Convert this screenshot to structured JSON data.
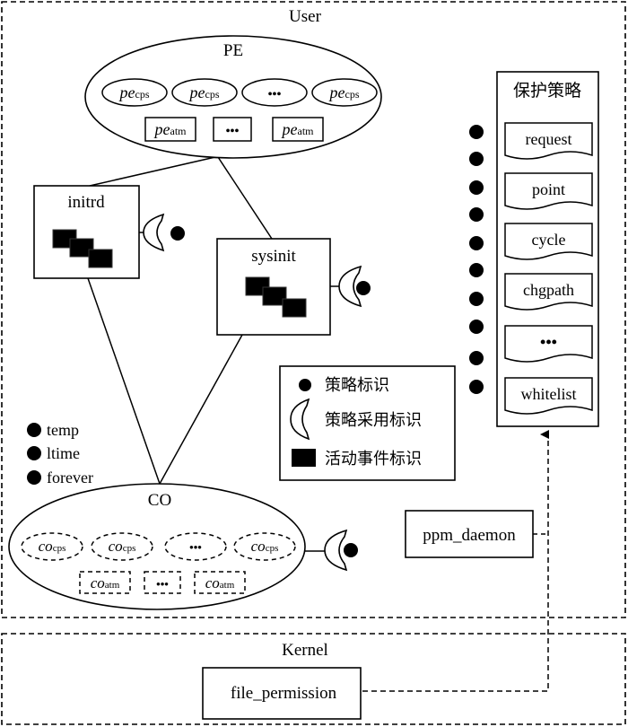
{
  "user_region": {
    "label": "User"
  },
  "kernel_region": {
    "label": "Kernel"
  },
  "pe": {
    "label": "PE",
    "cps_items": [
      {
        "main": "pe",
        "sub": "cps"
      },
      {
        "main": "pe",
        "sub": "cps"
      },
      {
        "main": "•••",
        "sub": ""
      },
      {
        "main": "pe",
        "sub": "cps"
      }
    ],
    "atm_items": [
      {
        "main": "pe",
        "sub": "atm"
      },
      {
        "main": "•••",
        "sub": ""
      },
      {
        "main": "pe",
        "sub": "atm"
      }
    ]
  },
  "co": {
    "label": "CO",
    "cps_items": [
      {
        "main": "co",
        "sub": "cps"
      },
      {
        "main": "co",
        "sub": "cps"
      },
      {
        "main": "•••",
        "sub": ""
      },
      {
        "main": "co",
        "sub": "cps"
      }
    ],
    "atm_items": [
      {
        "main": "co",
        "sub": "atm"
      },
      {
        "main": "•••",
        "sub": ""
      },
      {
        "main": "co",
        "sub": "atm"
      }
    ]
  },
  "initrd": {
    "label": "initrd"
  },
  "sysinit": {
    "label": "sysinit"
  },
  "lifetimes": [
    "temp",
    "ltime",
    "forever"
  ],
  "legend": {
    "policy_id": "策略标识",
    "policy_adopt_id": "策略采用标识",
    "activity_event_id": "活动事件标识"
  },
  "policy_panel": {
    "title": "保护策略",
    "items": [
      "request",
      "point",
      "cycle",
      "chgpath",
      "•••",
      "whitelist"
    ]
  },
  "ppm_daemon": {
    "label": "ppm_daemon"
  },
  "file_permission": {
    "label": "file_permission"
  }
}
